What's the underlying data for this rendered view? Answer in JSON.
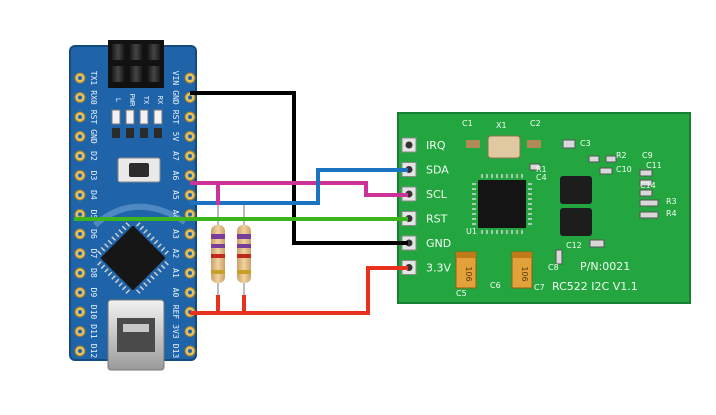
{
  "diagram": {
    "colors": {
      "wire_black": "#000000",
      "wire_magenta": "#cc3399",
      "wire_blue": "#1b73c2",
      "wire_green": "#3cb41e",
      "wire_red": "#e8321e",
      "nano_pcb": "#1f63a8",
      "rc522_pcb": "#23a63f"
    },
    "nano": {
      "top_pins": [
        "TX1",
        "RX0",
        "RST",
        "GND",
        "D2",
        "D3",
        "D4",
        "D5",
        "D6",
        "D7",
        "D8",
        "D9",
        "D10",
        "D11",
        "D12"
      ],
      "bottom_pins": [
        "VIN",
        "GND",
        "RST",
        "5V",
        "A7",
        "A6",
        "A5",
        "A4",
        "A3",
        "A2",
        "A1",
        "A0",
        "REF",
        "3V3",
        "D13"
      ],
      "led_labels": [
        "L",
        "PWR",
        "TX",
        "RX"
      ]
    },
    "rc522": {
      "pins": [
        "IRQ",
        "SDA",
        "SCL",
        "RST",
        "GND",
        "3.3V"
      ],
      "part_number": "P/N:0021",
      "model": "RC522 I2C V1.1",
      "components": [
        "C1",
        "X1",
        "C2",
        "C3",
        "R2",
        "C10",
        "C9",
        "C11",
        "C4",
        "R1",
        "C14",
        "R3",
        "R4",
        "U1",
        "C12",
        "C5",
        "C6",
        "C7",
        "C8"
      ],
      "cap_marking": "106"
    }
  }
}
